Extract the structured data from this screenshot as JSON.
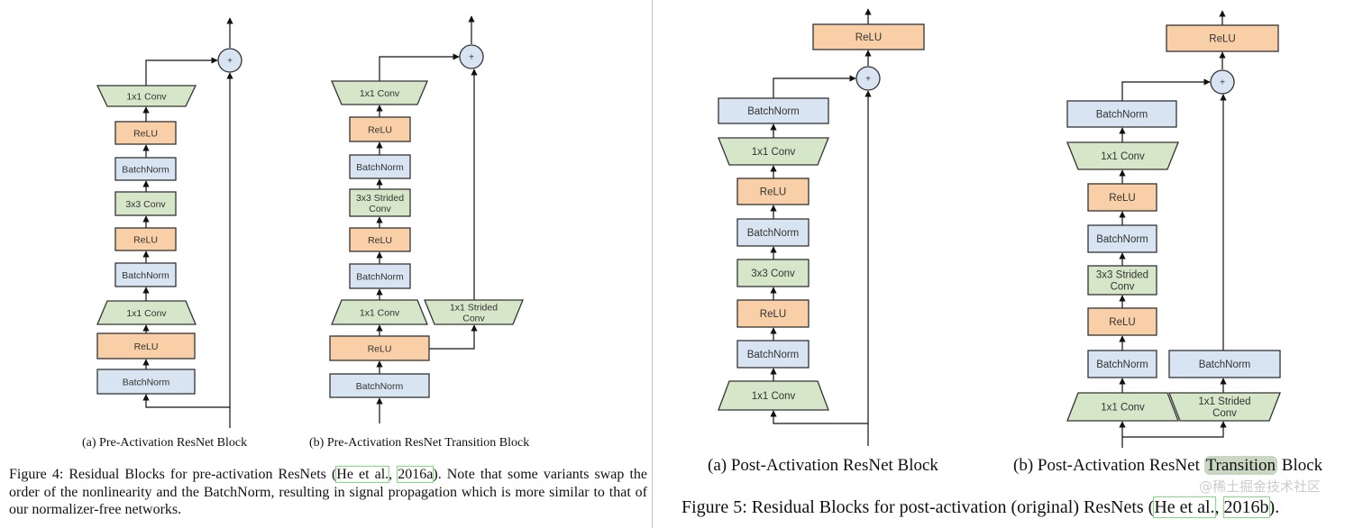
{
  "colors": {
    "conv": "#d6e7c9",
    "relu": "#f8cfa6",
    "batchnorm": "#d8e4f1",
    "add": "#d8e4f1",
    "stroke": "#333333",
    "citation_box": "#7fe07a"
  },
  "figure4": {
    "panels": [
      {
        "caption": "(a) Pre-Activation ResNet Block",
        "add_symbol": "+",
        "nodes": [
          {
            "type": "conv",
            "label": [
              "1x1 Conv"
            ]
          },
          {
            "type": "relu",
            "label": [
              "ReLU"
            ]
          },
          {
            "type": "batchnorm",
            "label": [
              "BatchNorm"
            ]
          },
          {
            "type": "conv",
            "label": [
              "3x3 Conv"
            ]
          },
          {
            "type": "relu",
            "label": [
              "ReLU"
            ]
          },
          {
            "type": "batchnorm",
            "label": [
              "BatchNorm"
            ]
          },
          {
            "type": "conv",
            "label": [
              "1x1 Conv"
            ]
          },
          {
            "type": "relu",
            "label": [
              "ReLU"
            ]
          },
          {
            "type": "batchnorm",
            "label": [
              "BatchNorm"
            ]
          }
        ]
      },
      {
        "caption": "(b) Pre-Activation ResNet Transition Block",
        "add_symbol": "+",
        "nodes": [
          {
            "type": "conv",
            "label": [
              "1x1 Conv"
            ]
          },
          {
            "type": "relu",
            "label": [
              "ReLU"
            ]
          },
          {
            "type": "batchnorm",
            "label": [
              "BatchNorm"
            ]
          },
          {
            "type": "conv",
            "label": [
              "3x3 Strided",
              "Conv"
            ]
          },
          {
            "type": "relu",
            "label": [
              "ReLU"
            ]
          },
          {
            "type": "batchnorm",
            "label": [
              "BatchNorm"
            ]
          },
          {
            "type": "conv",
            "label": [
              "1x1 Conv"
            ]
          },
          {
            "type": "relu",
            "label": [
              "ReLU"
            ]
          },
          {
            "type": "batchnorm",
            "label": [
              "BatchNorm"
            ]
          },
          {
            "type": "conv",
            "label": [
              "1x1 Strided",
              "Conv"
            ]
          }
        ]
      }
    ],
    "caption": {
      "pre": "Figure 4: Residual Blocks for pre-activation ResNets (",
      "cite_author": "He et al.",
      "sep": ", ",
      "cite_year": "2016a",
      "post": "). Note that some variants swap the order of the nonlinearity and the BatchNorm, resulting in signal propagation which is more similar to that of our normalizer-free networks."
    }
  },
  "figure5": {
    "panels": [
      {
        "caption": "(a) Post-Activation ResNet Block",
        "add_symbol": "+",
        "nodes": [
          {
            "type": "batchnorm",
            "label": [
              "BatchNorm"
            ]
          },
          {
            "type": "conv",
            "label": [
              "1x1 Conv"
            ]
          },
          {
            "type": "relu",
            "label": [
              "ReLU"
            ]
          },
          {
            "type": "batchnorm",
            "label": [
              "BatchNorm"
            ]
          },
          {
            "type": "conv",
            "label": [
              "3x3 Conv"
            ]
          },
          {
            "type": "relu",
            "label": [
              "ReLU"
            ]
          },
          {
            "type": "batchnorm",
            "label": [
              "BatchNorm"
            ]
          },
          {
            "type": "conv",
            "label": [
              "1x1 Conv"
            ]
          },
          {
            "type": "relu",
            "label": [
              "ReLU"
            ]
          }
        ]
      },
      {
        "caption_pre": "(b) Post-Activation ResNet ",
        "caption_highlight": "Transition",
        "caption_post": " Block",
        "add_symbol": "+",
        "nodes": [
          {
            "type": "batchnorm",
            "label": [
              "BatchNorm"
            ]
          },
          {
            "type": "conv",
            "label": [
              "1x1 Conv"
            ]
          },
          {
            "type": "relu",
            "label": [
              "ReLU"
            ]
          },
          {
            "type": "batchnorm",
            "label": [
              "BatchNorm"
            ]
          },
          {
            "type": "conv",
            "label": [
              "3x3 Strided",
              "Conv"
            ]
          },
          {
            "type": "relu",
            "label": [
              "ReLU"
            ]
          },
          {
            "type": "batchnorm",
            "label": [
              "BatchNorm"
            ]
          },
          {
            "type": "conv",
            "label": [
              "1x1 Conv"
            ]
          },
          {
            "type": "relu",
            "label": [
              "ReLU"
            ]
          },
          {
            "type": "batchnorm",
            "label": [
              "BatchNorm"
            ]
          },
          {
            "type": "conv",
            "label": [
              "1x1 Strided",
              "Conv"
            ]
          }
        ]
      }
    ],
    "caption": {
      "pre": "Figure 5: Residual Blocks for post-activation (original) ResNets (",
      "cite_author": "He et al.",
      "sep": ", ",
      "cite_year": "2016b",
      "post": ")."
    }
  },
  "watermark": "@稀土掘金技术社区"
}
